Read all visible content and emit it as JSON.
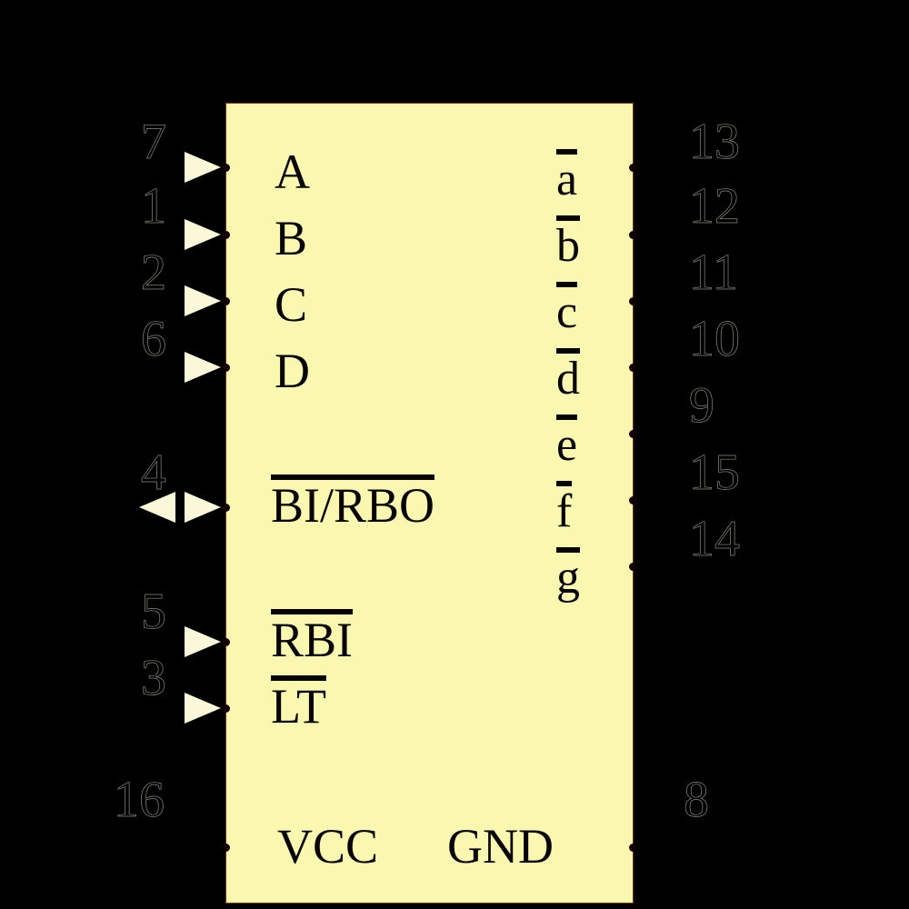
{
  "symbol": {
    "name": "bcd-to-7-segment-decoder",
    "body_color": "#FAF8B0",
    "body_border_color": "#803010",
    "background_color": "#000000",
    "marker_color": "#FAF8D8",
    "text_color": "#080400"
  },
  "left_pins": [
    {
      "number": "7",
      "label": "A",
      "overbar": false,
      "marker": "input-triangle"
    },
    {
      "number": "1",
      "label": "B",
      "overbar": false,
      "marker": "input-triangle"
    },
    {
      "number": "2",
      "label": "C",
      "overbar": false,
      "marker": "input-triangle"
    },
    {
      "number": "6",
      "label": "D",
      "overbar": false,
      "marker": "input-triangle"
    },
    {
      "number": "4",
      "label": "BI/RBO",
      "overbar": true,
      "marker": "bidirectional-arrow"
    },
    {
      "number": "5",
      "label": "RBI",
      "overbar": true,
      "marker": "input-triangle"
    },
    {
      "number": "3",
      "label": "LT",
      "overbar": true,
      "marker": "input-triangle"
    }
  ],
  "right_pins": [
    {
      "number": "13",
      "label": "a",
      "overbar": true,
      "marker": "dot"
    },
    {
      "number": "12",
      "label": "b",
      "overbar": true,
      "marker": "dot"
    },
    {
      "number": "11",
      "label": "c",
      "overbar": true,
      "marker": "dot"
    },
    {
      "number": "10",
      "label": "d",
      "overbar": true,
      "marker": "dot"
    },
    {
      "number": "9",
      "label": "e",
      "overbar": true,
      "marker": "dot"
    },
    {
      "number": "15",
      "label": "f",
      "overbar": true,
      "marker": "dot"
    },
    {
      "number": "14",
      "label": "g",
      "overbar": true,
      "marker": "dot"
    }
  ],
  "power_pins": [
    {
      "number": "16",
      "label": "VCC",
      "marker": "dot",
      "side": "left"
    },
    {
      "number": "8",
      "label": "GND",
      "marker": "dot",
      "side": "right"
    }
  ],
  "split_label": {
    "bi": "BI",
    "slash": "/",
    "rbo": "RBO"
  }
}
